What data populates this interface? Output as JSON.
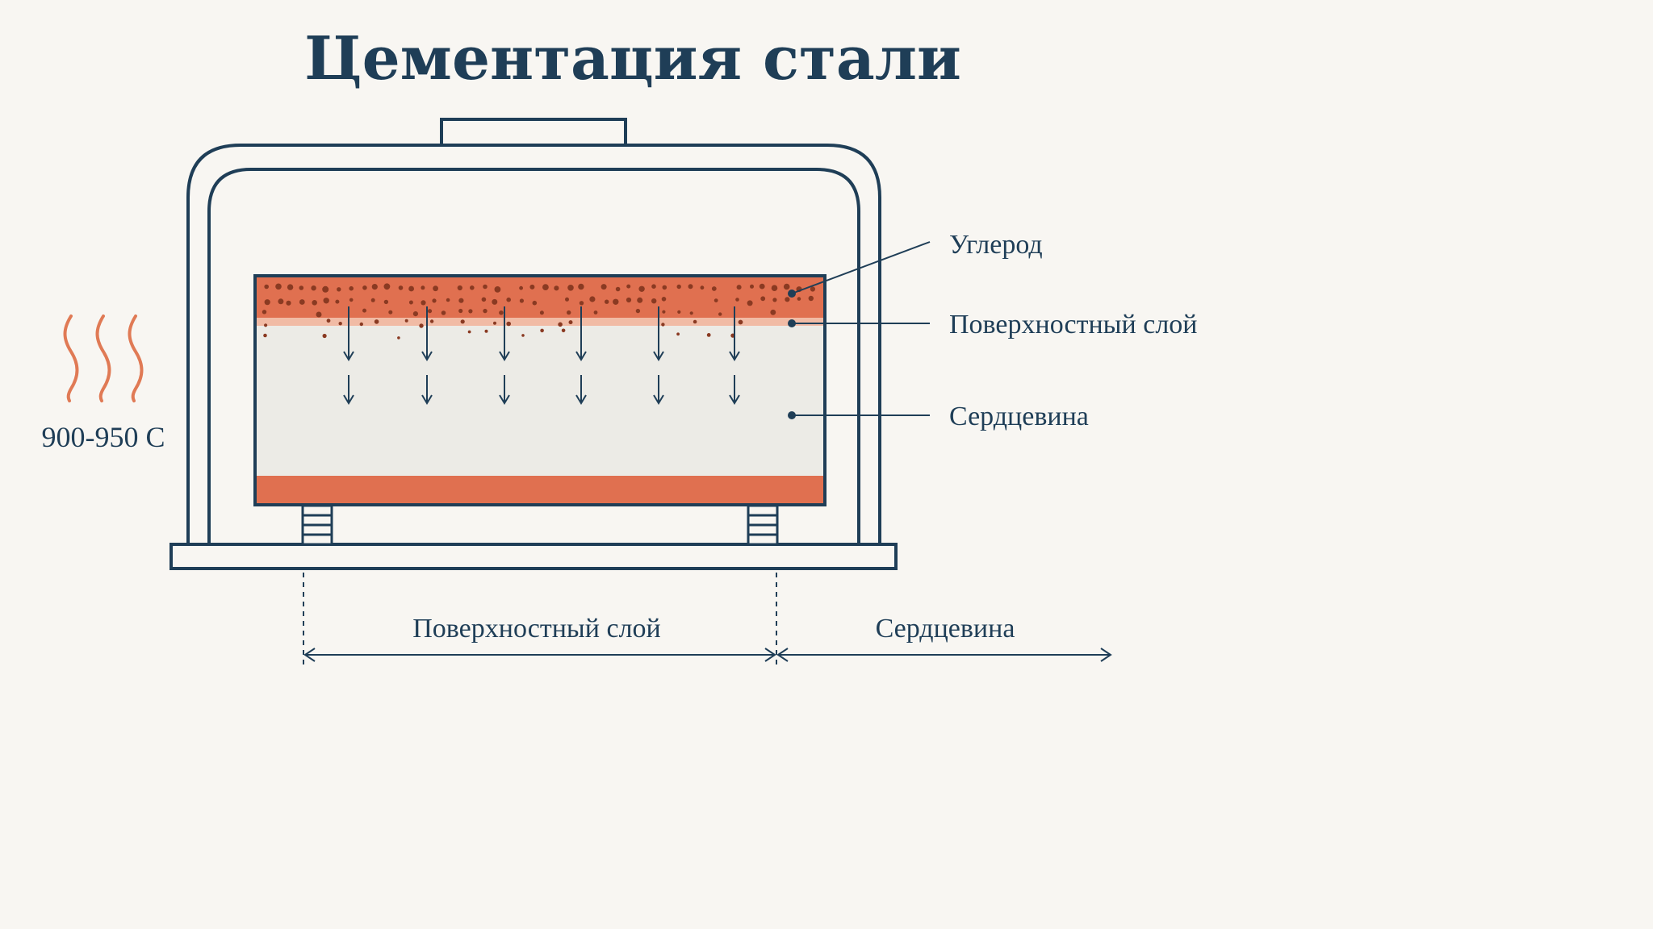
{
  "title": "Цементация стали",
  "temperature": "900-950 C",
  "callouts": {
    "carbon": "Углерод",
    "surface_layer": "Поверхностный слой",
    "core": "Сердцевина"
  },
  "dimensions": {
    "surface_layer": "Поверхностный слой",
    "core": "Сердцевина"
  },
  "colors": {
    "outline": "#1f3e57",
    "carburized": "#e07050",
    "transition": "#f1bba5",
    "core_fill": "#ecebe6",
    "carbon_dot": "#8a3a22",
    "heat": "#e07a55",
    "background": "#f8f6f2"
  }
}
